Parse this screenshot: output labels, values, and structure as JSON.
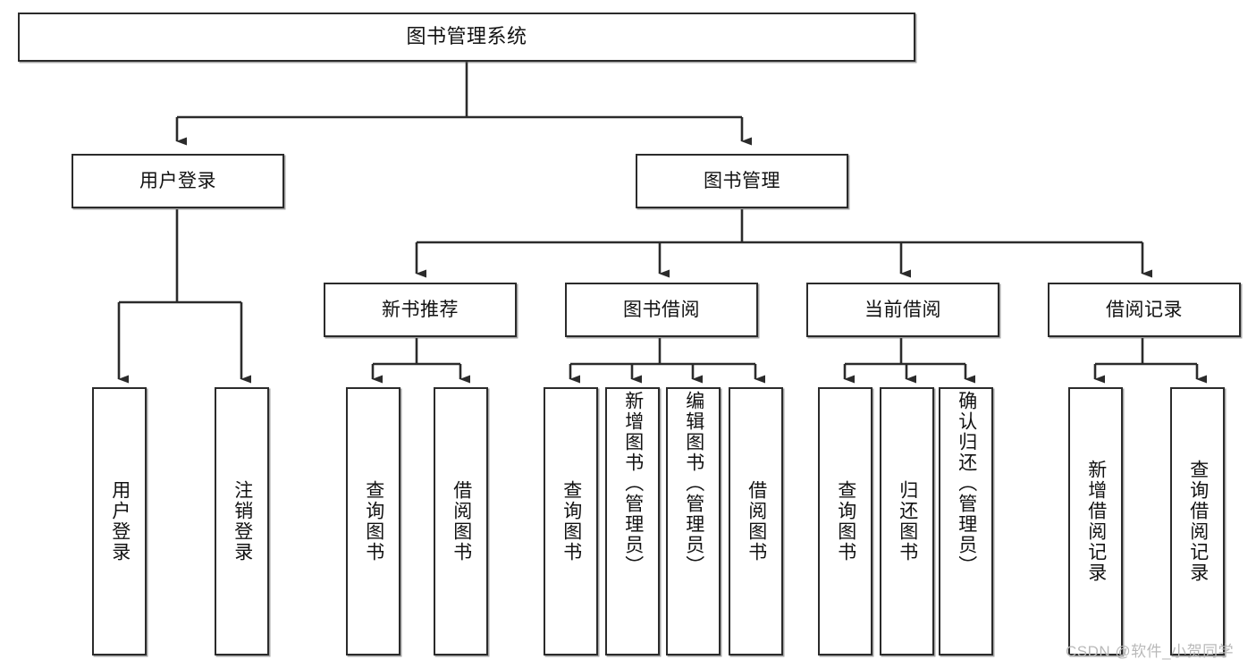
{
  "diagram": {
    "title": "图书管理系统",
    "type": "tree",
    "root": {
      "id": "root",
      "label": "图书管理系统"
    },
    "level2": [
      {
        "id": "user-login",
        "label": "用户登录"
      },
      {
        "id": "book-manage",
        "label": "图书管理"
      }
    ],
    "level3": [
      {
        "id": "new-book-rec",
        "label": "新书推荐",
        "parent": "book-manage"
      },
      {
        "id": "book-borrow",
        "label": "图书借阅",
        "parent": "book-manage"
      },
      {
        "id": "current-borrow",
        "label": "当前借阅",
        "parent": "book-manage"
      },
      {
        "id": "borrow-record",
        "label": "借阅记录",
        "parent": "book-manage"
      }
    ],
    "leaves": [
      {
        "id": "leaf-user-login",
        "label": "用户登录",
        "parent": "user-login"
      },
      {
        "id": "leaf-logout",
        "label": "注销登录",
        "parent": "user-login"
      },
      {
        "id": "leaf-query-book-1",
        "label": "查询图书",
        "parent": "new-book-rec"
      },
      {
        "id": "leaf-borrow-book-1",
        "label": "借阅图书",
        "parent": "new-book-rec"
      },
      {
        "id": "leaf-query-book-2",
        "label": "查询图书",
        "parent": "book-borrow"
      },
      {
        "id": "leaf-add-book",
        "label": "新增图书（管理员）",
        "parent": "book-borrow"
      },
      {
        "id": "leaf-edit-book",
        "label": "编辑图书（管理员）",
        "parent": "book-borrow"
      },
      {
        "id": "leaf-borrow-book-2",
        "label": "借阅图书",
        "parent": "book-borrow"
      },
      {
        "id": "leaf-query-book-3",
        "label": "查询图书",
        "parent": "current-borrow"
      },
      {
        "id": "leaf-return-book",
        "label": "归还图书",
        "parent": "current-borrow"
      },
      {
        "id": "leaf-confirm-return",
        "label": "确认归还（管理员）",
        "parent": "current-borrow"
      },
      {
        "id": "leaf-add-record",
        "label": "新增借阅记录",
        "parent": "borrow-record"
      },
      {
        "id": "leaf-query-record",
        "label": "查询借阅记录",
        "parent": "borrow-record"
      }
    ],
    "watermark": "CSDN @软件_小贺同学",
    "colors": {
      "stroke": "#2b2b2b",
      "fill": "#ffffff",
      "text": "#121212",
      "watermark": "#b9b9b9",
      "background": "#ffffff"
    }
  }
}
